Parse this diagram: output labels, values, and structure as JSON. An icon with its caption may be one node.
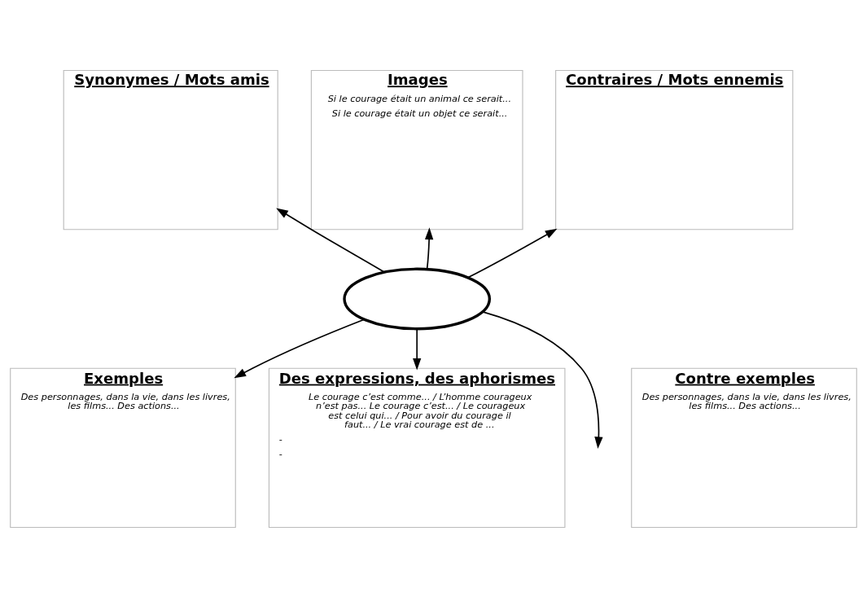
{
  "diagram": {
    "nodes": [
      {
        "text": [
          "Synonymes / Mots amis"
        ]
      },
      {
        "text": [
          "Images",
          "Si le courage était un animal ce serait...",
          "Si le courage était un objet ce serait..."
        ]
      },
      {
        "text": [
          "Contraires / Mots ennemis"
        ]
      },
      {
        "text": [],
        "shape": "ellipse"
      },
      {
        "text": [
          "Exemples",
          "Des personnages, dans la vie, dans les livres, les films... Des actions..."
        ]
      },
      {
        "text": [
          "Des expressions, des aphorismes",
          "Le courage c’est comme... / L’homme courageux n’est pas... Le courage c’est... / Le courageux est celui qui... / Pour avoir du courage il faut... / Le vrai courage est de ...",
          "-",
          "-"
        ]
      },
      {
        "text": [
          "Contre exemples",
          "Des personnages, dans la vie, dans les livres, les films... Des actions..."
        ]
      }
    ],
    "edges": [
      {
        "from": 3,
        "to": 0,
        "arrow": "to"
      },
      {
        "from": 3,
        "to": 1,
        "arrow": "to"
      },
      {
        "from": 3,
        "to": 2,
        "arrow": "to"
      },
      {
        "from": 3,
        "to": 4,
        "arrow": "to"
      },
      {
        "from": 3,
        "to": 5,
        "arrow": "to"
      },
      {
        "from": 3,
        "to": null,
        "arrow": "to"
      }
    ]
  }
}
